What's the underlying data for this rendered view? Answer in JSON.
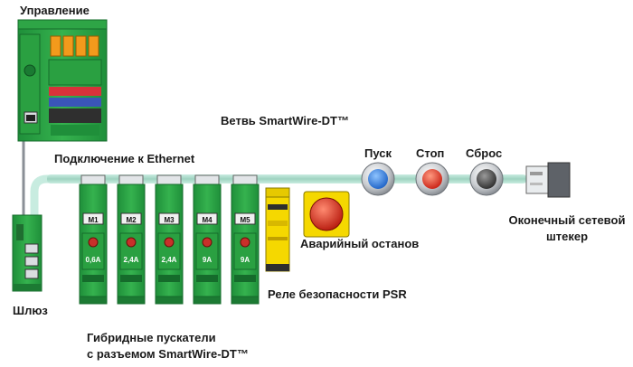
{
  "labels": {
    "control": "Управление",
    "ethernet": "Подключение к Ethernet",
    "branch": "Ветвь SmartWire-DT™",
    "start": "Пуск",
    "stop": "Стоп",
    "reset": "Сброс",
    "terminator_line1": "Оконечный сетевой",
    "terminator_line2": "штекер",
    "estop": "Аварийный останов",
    "psr": "Реле безопасности PSR",
    "gateway": "Шлюз",
    "starters_line1": "Гибридные пускатели",
    "starters_line2": "с разъемом SmartWire-DT™"
  },
  "starters": [
    {
      "tag": "M1",
      "current": "0,6A"
    },
    {
      "tag": "M2",
      "current": "2,4A"
    },
    {
      "tag": "M3",
      "current": "2,4A"
    },
    {
      "tag": "M4",
      "current": "9A"
    },
    {
      "tag": "M5",
      "current": "9A"
    }
  ],
  "colors": {
    "device_green": "#28a745",
    "cable": "#a8d8c8",
    "relay_yellow": "#f5d800",
    "start_blue": "#2f7fe0",
    "stop_red": "#e0332f",
    "reset_grey": "#4a4a4a"
  }
}
